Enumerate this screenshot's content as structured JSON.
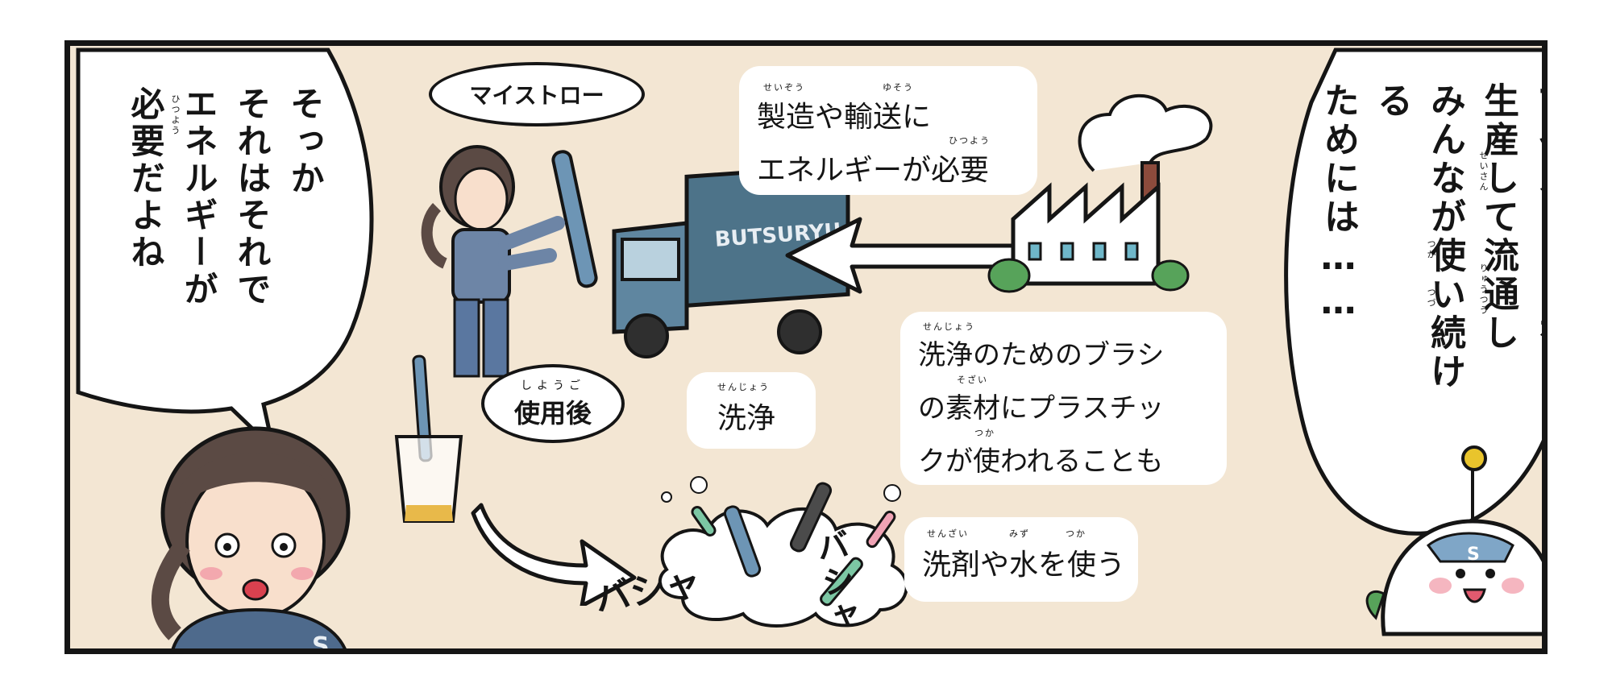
{
  "bubbles": {
    "left_speech": [
      "そっか",
      "それはそれで",
      "エネルギーが",
      "必要だよね"
    ],
    "right_speech": [
      "マイストローを",
      "生産して流通し",
      "みんなが使い続ける",
      "ためには……"
    ]
  },
  "labels": {
    "my_straw": "マイストロー",
    "after_use": "使用後",
    "truck_text": "BUTSURYU"
  },
  "captions": {
    "manufacturing_line1": "製造や輸送に",
    "manufacturing_line2": "エネルギーが必要",
    "washing": "洗浄",
    "brush_line1": "洗浄のためのブラシ",
    "brush_line2": "の素材にプラスチッ",
    "brush_line3": "クが使われることも",
    "detergent": "洗剤や水を使う"
  },
  "sfx": {
    "splash1": "バシャ",
    "splash2": "バシャ"
  },
  "furigana": {
    "seizou": "せいぞう",
    "yusou": "ゆそう",
    "hitsuyou": "ひつよう",
    "shiyougo": "しようご",
    "senjou": "せんじょう",
    "sozai": "そざい",
    "tsuka": "つか",
    "senzai": "せんざい",
    "mizu": "みず",
    "seisan": "せいさん",
    "ryuutsuu": "りゅうつう",
    "tsuzu": "つづ"
  },
  "colors": {
    "panel_bg": "#f3e6d3",
    "ink": "#151515",
    "straw_blue": "#6d95b5",
    "truck_blue": "#4d7389",
    "leaf_green": "#57a35a"
  }
}
